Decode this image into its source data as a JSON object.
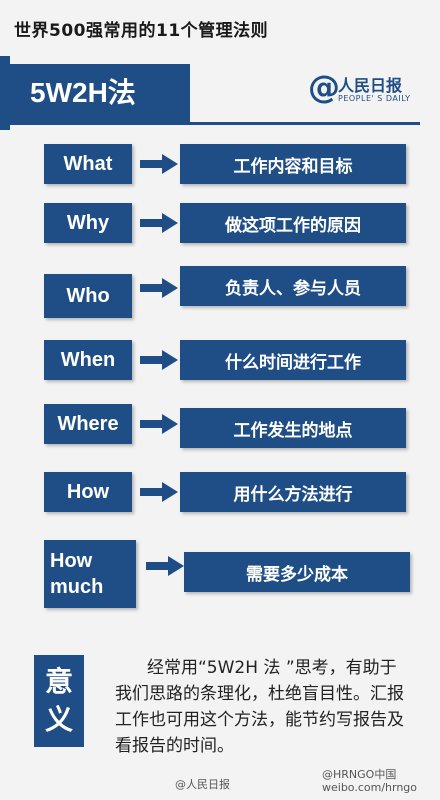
{
  "header": {
    "title": "世界500强常用的11个管理法则"
  },
  "banner": {
    "label": "5W2H法"
  },
  "logo": {
    "cn": "人民日报",
    "en": "PEOPLE' S DAILY",
    "icon": "at-sign-icon"
  },
  "rows": [
    {
      "key": "What",
      "desc": "工作内容和目标"
    },
    {
      "key": "Why",
      "desc": "做这项工作的原因"
    },
    {
      "key": "Who",
      "desc": "负责人、参与人员"
    },
    {
      "key": "When",
      "desc": "什么时间进行工作"
    },
    {
      "key": "Where",
      "desc": "工作发生的地点"
    },
    {
      "key": "How",
      "desc": "用什么方法进行"
    },
    {
      "key": "How much",
      "desc": "需要多少成本"
    }
  ],
  "meaning": {
    "label_line1": "意",
    "label_line2": "义",
    "text": "经常用“5W2H 法 ”思考，有助于我们思路的条理化，杜绝盲目性。汇报工作也可用这个方法，能节约写报告及看报告的时间。"
  },
  "footer": {
    "left": "@人民日报",
    "right_line1": "@HRNGO中国",
    "right_line2": "weibo.com/hrngo"
  },
  "colors": {
    "primary": "#1f4e86",
    "background": "#f3f3f3"
  }
}
